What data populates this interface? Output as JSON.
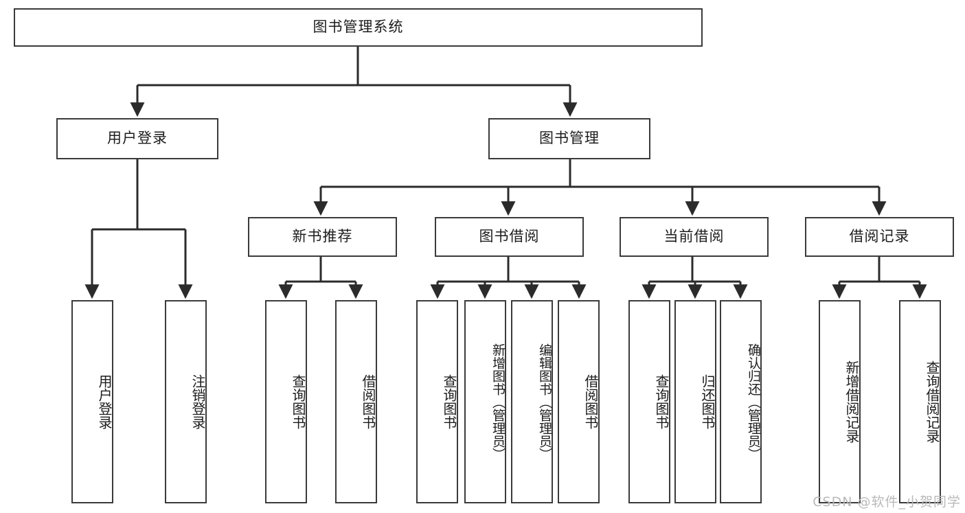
{
  "diagram": {
    "type": "hierarchy-tree",
    "title": "图书管理系统",
    "root": {
      "label": "图书管理系统"
    },
    "level2": [
      {
        "id": "user-login",
        "label": "用户登录"
      },
      {
        "id": "book-management",
        "label": "图书管理"
      }
    ],
    "level3": [
      {
        "id": "new-book-recommend",
        "label": "新书推荐",
        "parent": "book-management"
      },
      {
        "id": "book-borrow",
        "label": "图书借阅",
        "parent": "book-management"
      },
      {
        "id": "current-borrow",
        "label": "当前借阅",
        "parent": "book-management"
      },
      {
        "id": "borrow-record",
        "label": "借阅记录",
        "parent": "book-management"
      }
    ],
    "leaves": [
      {
        "id": "leaf-user-login",
        "label": "用户登录",
        "parent": "user-login"
      },
      {
        "id": "leaf-logout-login",
        "label": "注销登录",
        "parent": "user-login"
      },
      {
        "id": "leaf-query-book-1",
        "label": "查询图书",
        "parent": "new-book-recommend"
      },
      {
        "id": "leaf-borrow-book-1",
        "label": "借阅图书",
        "parent": "new-book-recommend"
      },
      {
        "id": "leaf-query-book-2",
        "label": "查询图书",
        "parent": "book-borrow"
      },
      {
        "id": "leaf-add-book",
        "label": "新增图书（管理员）",
        "parent": "book-borrow"
      },
      {
        "id": "leaf-edit-book",
        "label": "编辑图书（管理员）",
        "parent": "book-borrow"
      },
      {
        "id": "leaf-borrow-book-2",
        "label": "借阅图书",
        "parent": "book-borrow"
      },
      {
        "id": "leaf-query-book-3",
        "label": "查询图书",
        "parent": "current-borrow"
      },
      {
        "id": "leaf-return-book",
        "label": "归还图书",
        "parent": "current-borrow"
      },
      {
        "id": "leaf-confirm-return",
        "label": "确认归还（管理员）",
        "parent": "current-borrow"
      },
      {
        "id": "leaf-add-record",
        "label": "新增借阅记录",
        "parent": "borrow-record"
      },
      {
        "id": "leaf-query-record",
        "label": "查询借阅记录",
        "parent": "borrow-record"
      }
    ],
    "colors": {
      "border": "#3a3a3a",
      "text": "#1c1c1c",
      "background": "#ffffff",
      "connector": "#2b2b2b",
      "watermark": "#b9b9b9"
    }
  },
  "watermark": {
    "text": "CSDN @软件_小贺同学"
  }
}
